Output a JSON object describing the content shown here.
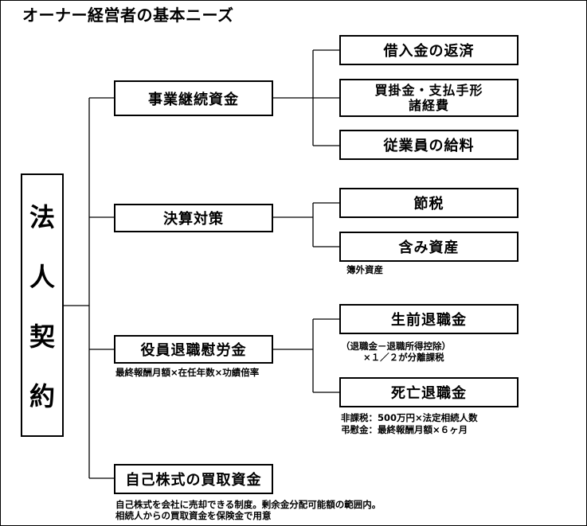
{
  "title": "オーナー経営者の基本ニーズ",
  "root": {
    "chars": [
      "法",
      "人",
      "契",
      "約"
    ]
  },
  "branches": {
    "business_funds": {
      "label": "事業継続資金",
      "children": {
        "loan": "借入金の返済",
        "payables_line1": "買掛金・支払手形",
        "payables_line2": "諸経費",
        "salary": "従業員の給料"
      }
    },
    "tax": {
      "label": "決算対策",
      "children": {
        "tax_saving": "節税",
        "hidden_assets": "含み資産"
      },
      "note_hidden_assets": "簿外資産"
    },
    "retirement": {
      "label": "役員退職慰労金",
      "note": "最終報酬月額×在任年数×功績倍率",
      "children": {
        "living": "生前退職金",
        "death": "死亡退職金"
      },
      "note_living_line1": "（退職金－退職所得控除）",
      "note_living_line2": "×１／２が分離課税",
      "note_death_line1": "非課税：500万円×法定相続人数",
      "note_death_line2": "弔慰金：最終報酬月額×６ヶ月"
    },
    "buyback": {
      "label": "自己株式の買取資金",
      "note_line1": "自己株式を会社に売却できる制度。剰余金分配可能額の範囲内。",
      "note_line2": "相続人からの買取資金を保険金で用意"
    }
  }
}
